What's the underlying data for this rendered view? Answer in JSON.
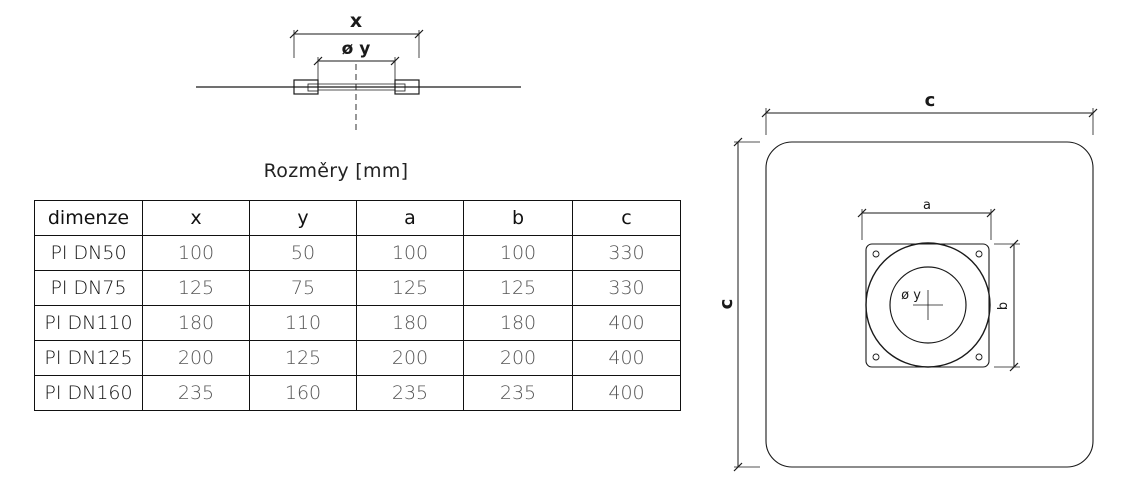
{
  "top_view": {
    "label_x": "x",
    "label_y": "ø y"
  },
  "caption": "Rozměry [mm]",
  "table": {
    "headers": [
      "dimenze",
      "x",
      "y",
      "a",
      "b",
      "c"
    ],
    "rows": [
      [
        "PI DN50",
        "100",
        "50",
        "100",
        "100",
        "330"
      ],
      [
        "PI DN75",
        "125",
        "75",
        "125",
        "125",
        "330"
      ],
      [
        "PI DN110",
        "180",
        "110",
        "180",
        "180",
        "400"
      ],
      [
        "PI DN125",
        "200",
        "125",
        "200",
        "200",
        "400"
      ],
      [
        "PI DN160",
        "235",
        "160",
        "235",
        "235",
        "400"
      ]
    ]
  },
  "plan_view": {
    "label_c_top": "c",
    "label_c_side": "c",
    "label_a": "a",
    "label_b": "b",
    "label_y": "ø y"
  }
}
